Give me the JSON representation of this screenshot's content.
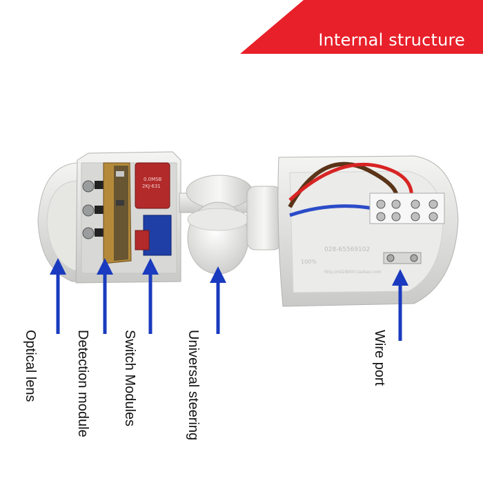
{
  "banner": {
    "title": "Internal structure",
    "color": "#e8202a"
  },
  "arrow_color": "#1a3bbf",
  "labels": {
    "optical_lens": "Optical lens",
    "detection_module": "Detection module",
    "switch_modules": "Switch Modules",
    "universal_steering": "Universal steering",
    "wire_port": "Wire port"
  },
  "watermark": {
    "line1": "028-65569102",
    "line2": "100%",
    "line3": "http://n028000.taobao.com"
  },
  "resistor_marking": {
    "line1": "0.0MSB",
    "line2": "2KJ-631"
  }
}
